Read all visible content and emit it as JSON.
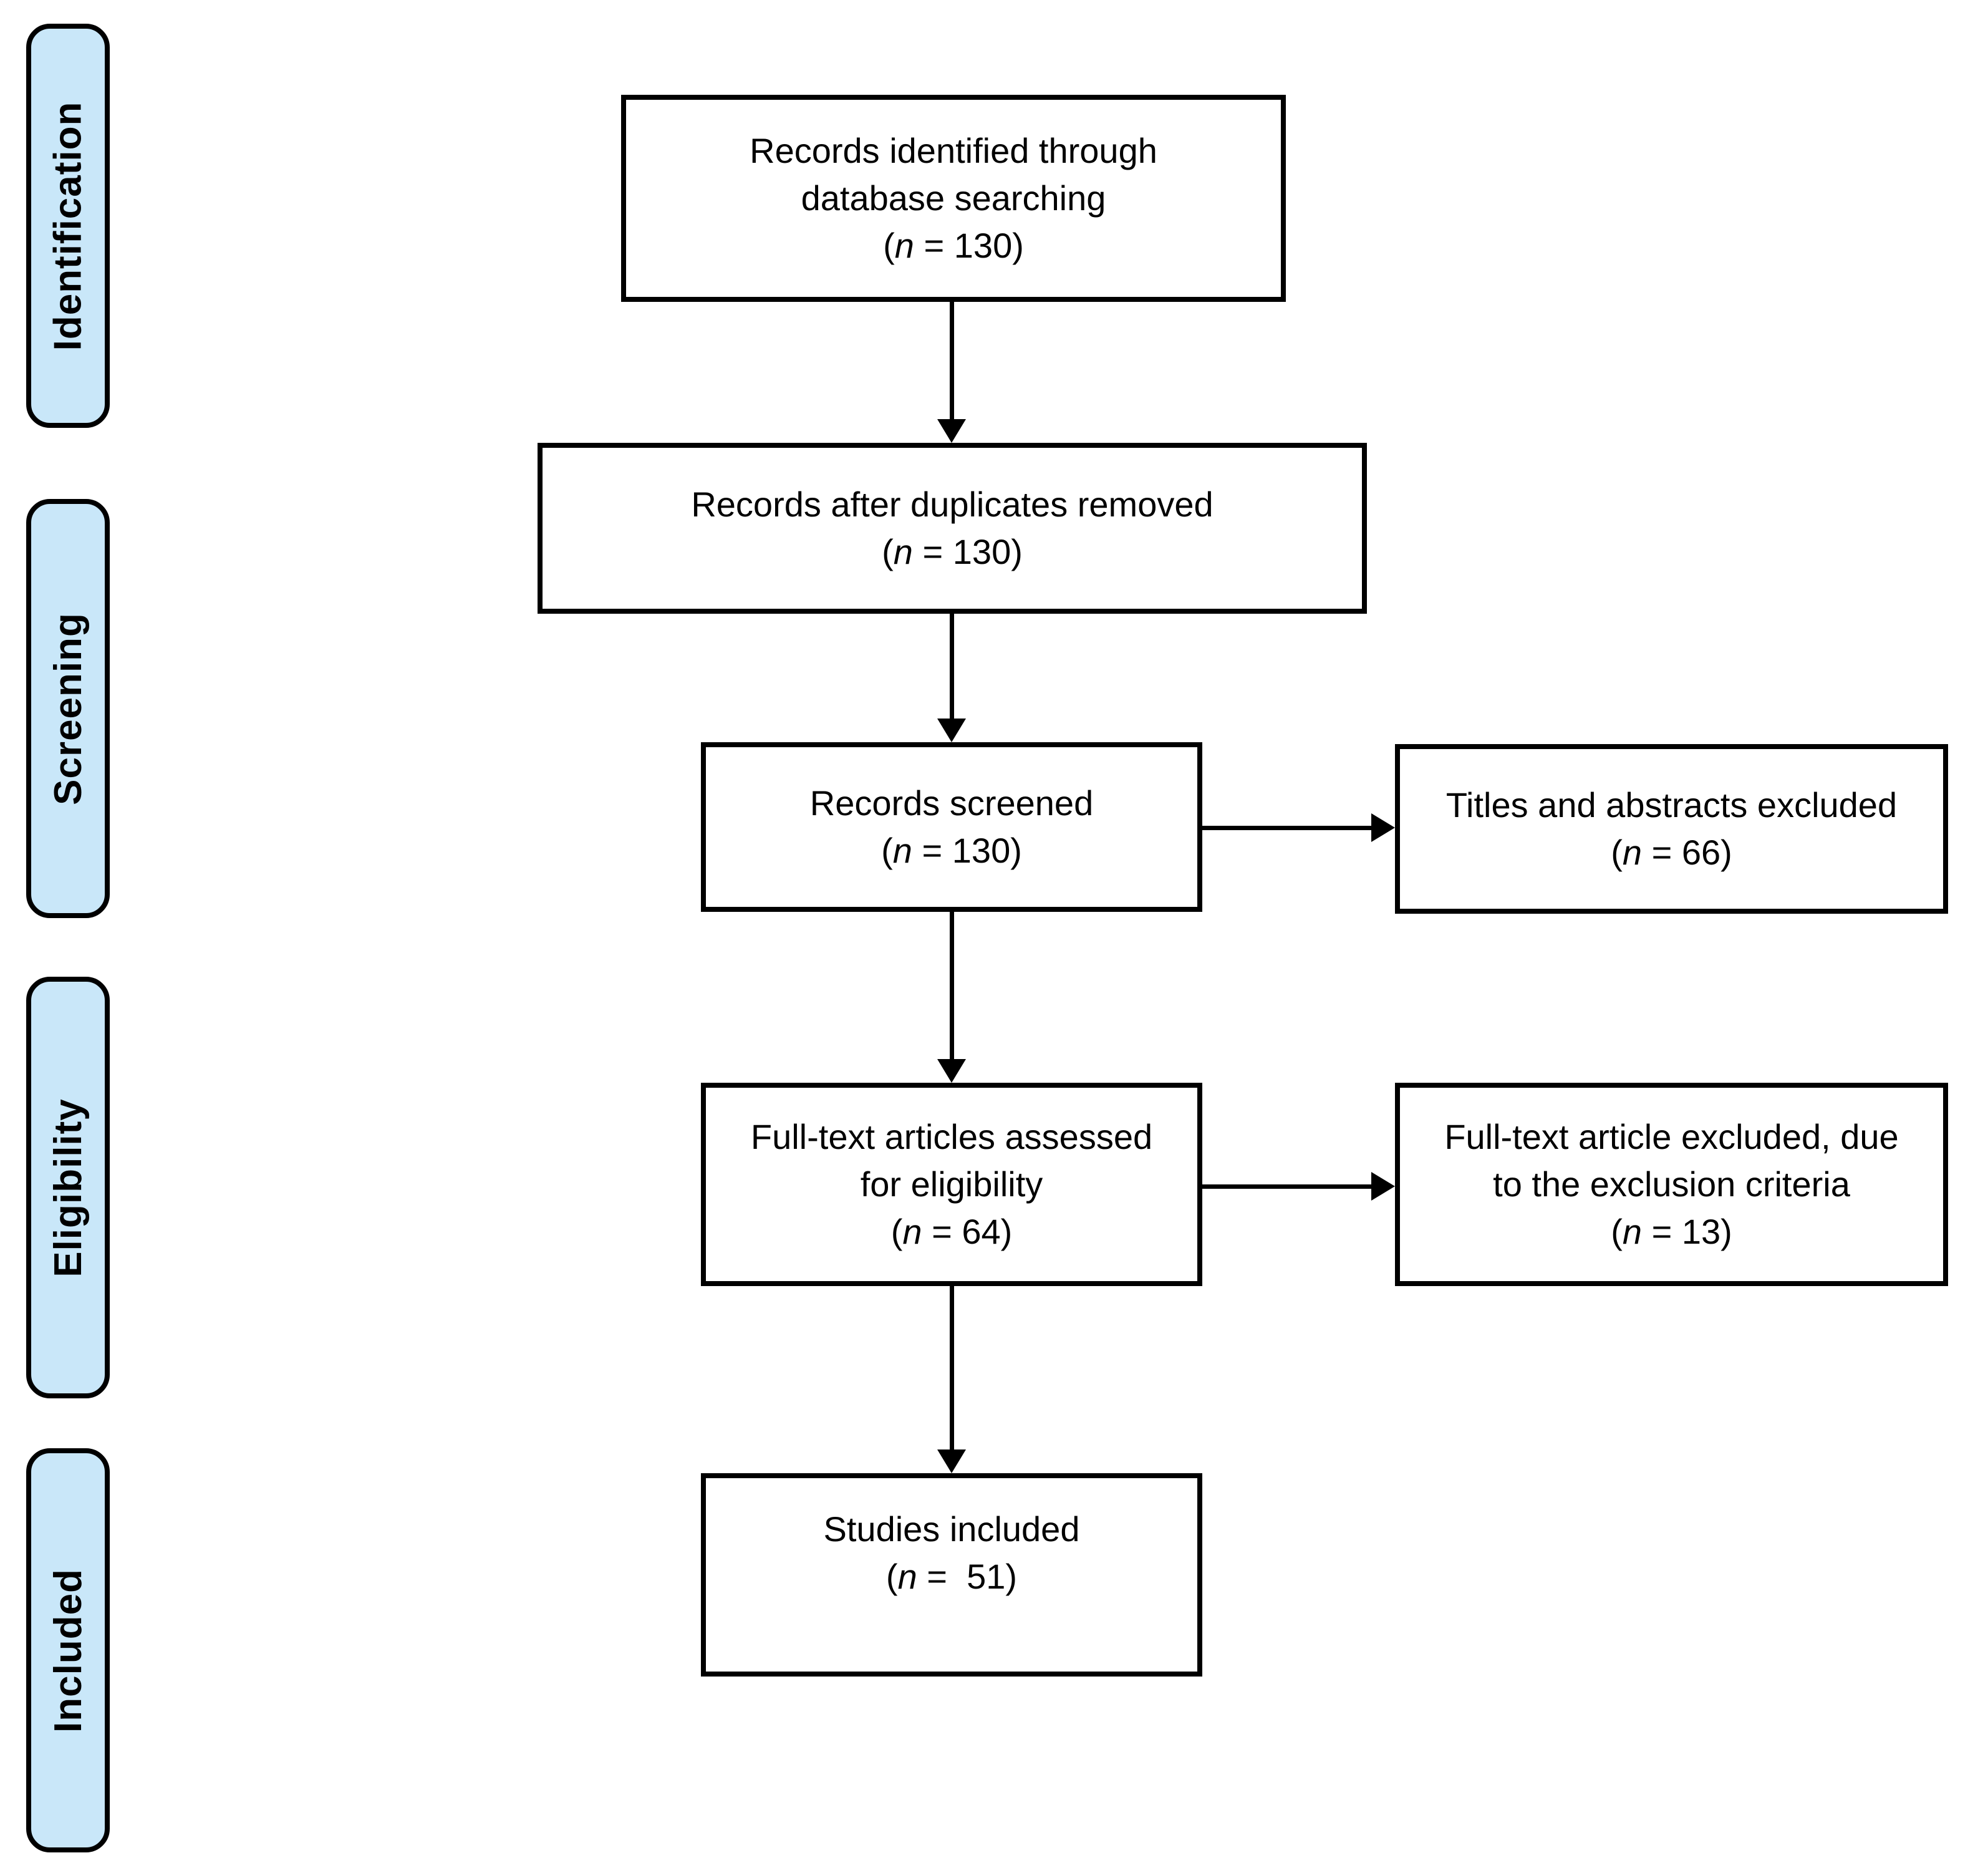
{
  "colors": {
    "stage_fill": "#C9E7F9",
    "stroke": "#000000",
    "box_fill": "#FFFFFF",
    "text": "#000000"
  },
  "stages": [
    {
      "label": "Identification"
    },
    {
      "label": "Screening"
    },
    {
      "label": "Eligibility"
    },
    {
      "label": "Included"
    }
  ],
  "boxes": {
    "identified": {
      "lines": [
        "Records identified through",
        "database searching"
      ],
      "count": "(n = 130)"
    },
    "after_duplicates": {
      "lines": [
        "Records after duplicates removed"
      ],
      "count": "(n = 130)"
    },
    "screened": {
      "lines": [
        "Records screened"
      ],
      "count": "(n = 130)"
    },
    "fulltext_assessed": {
      "lines": [
        "Full-text articles assessed",
        "for eligibility"
      ],
      "count": "(n = 64)"
    },
    "studies_included": {
      "lines": [
        "Studies included"
      ],
      "count": "(n =  51)"
    },
    "titles_excluded": {
      "lines": [
        "Titles and abstracts excluded"
      ],
      "count": "(n = 66)"
    },
    "fulltext_excluded": {
      "lines": [
        "Full-text article excluded, due",
        "to the exclusion criteria"
      ],
      "count": "(n = 13)"
    }
  }
}
